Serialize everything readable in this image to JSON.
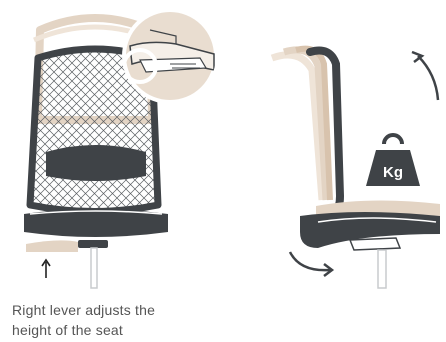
{
  "caption": {
    "line1": "Right lever adjusts the",
    "line2": "height of the seat"
  },
  "weight_badge": {
    "label": "Kg"
  },
  "colors": {
    "frame": "#3f4347",
    "ghost": "#e3d4c4",
    "ghost_dark": "#d8c3ad",
    "mesh": "#5a5e62",
    "stem": "#c9cbcd",
    "caption": "#555555"
  },
  "icons": [
    "up-arrow-icon",
    "rotate-arrow-icon",
    "weight-icon",
    "lever-detail-icon"
  ]
}
